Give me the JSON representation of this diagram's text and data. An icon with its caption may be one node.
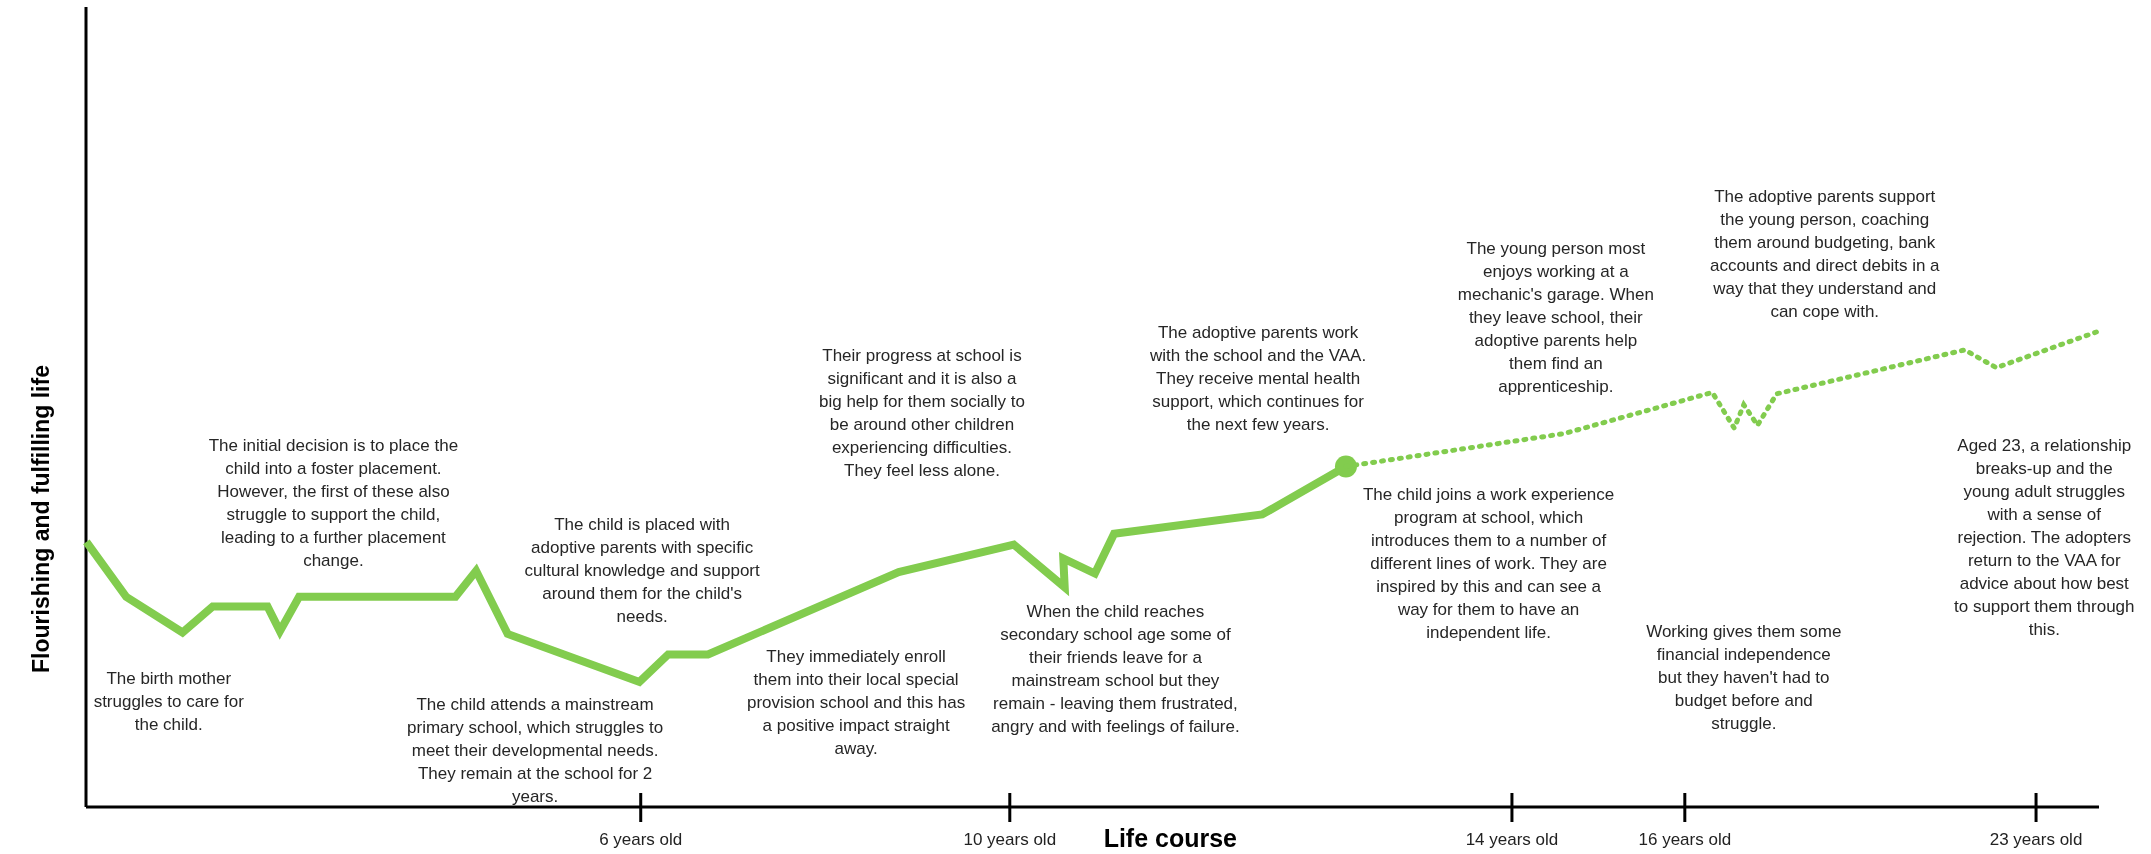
{
  "diagram": {
    "labels": [
      "Flourishing and fulfilling life",
      "The birth mother struggles to care for the child.",
      "The initial decision is to place the child into a foster placement. However, the first of these also struggle to support the child, leading to a further placement change.",
      "The child attends a mainstream primary school, which struggles to meet their developmental needs. They remain at the school for 2 years.",
      "The child is placed with adoptive parents with specific cultural knowledge and support around them for the child's needs.",
      "They immediately enroll them into their local special provision school and this has a positive impact straight away.",
      "Their progress at school is significant and it is also a big help for them socially to be around other children experiencing difficulties. They feel less alone.",
      "When the child reaches secondary school age some of their friends leave for a mainstream school but they remain - leaving them frustrated, angry and with feelings of failure.",
      "The adoptive parents work with the school and the VAA. They receive mental health support, which continues for the next few years.",
      "The child joins a work experience program at school, which introduces them to a number of different lines of work. They are inspired by this and can see a way for them to have an independent life.",
      "The young person most enjoys working at a mechanic's garage. When they leave school, their adoptive parents help them find an apprenticeship.",
      "Working gives them some financial independence but they haven't had to budget before and struggle.",
      "The adoptive parents support the young person, coaching them around budgeting, bank accounts and direct debits in a way that they understand and can cope with.",
      "Aged 23, a relationship breaks-up and the young adult struggles with a sense of rejection. The adopters return to the VAA for advice about how best to support them through this.",
      "6 years old",
      "10 years old",
      "Life course",
      "14 years old",
      "16 years old",
      "23 years old"
    ]
  }
}
